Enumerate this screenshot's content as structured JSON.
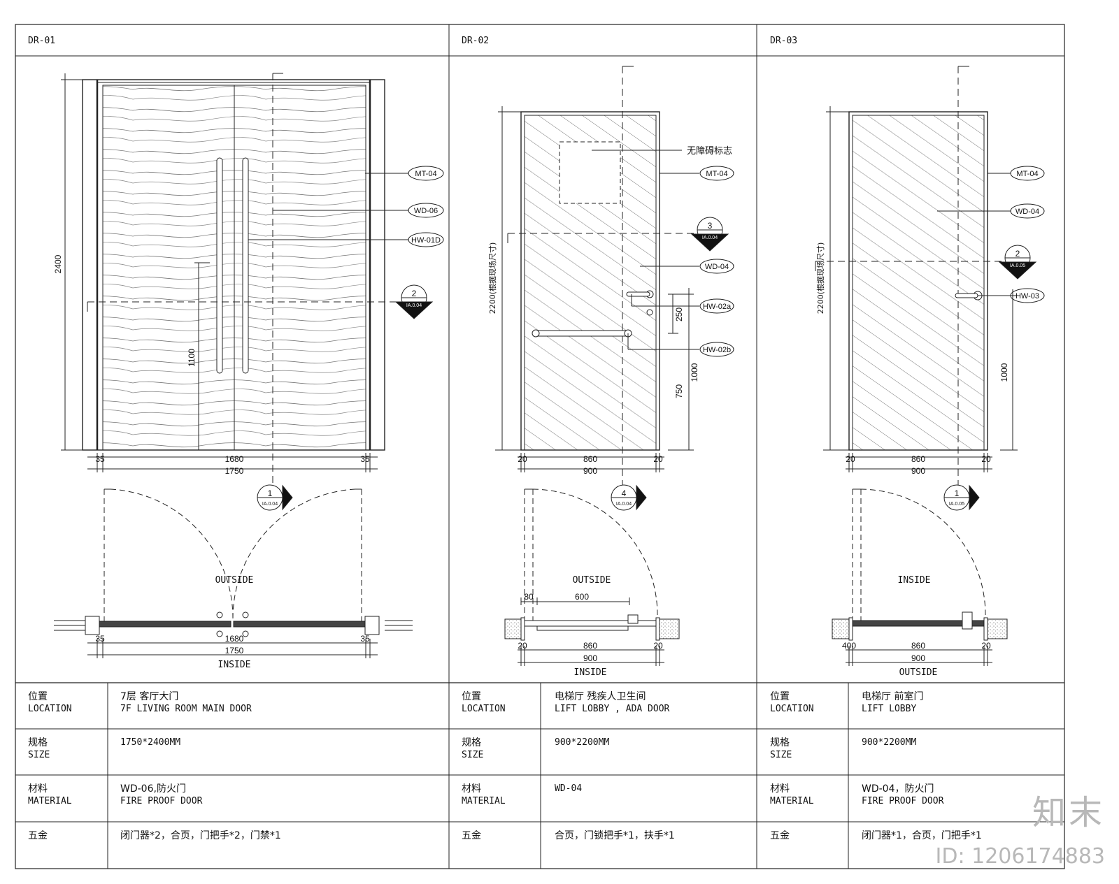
{
  "doors": [
    {
      "code": "DR-01",
      "elevation": {
        "height_dim": "2400",
        "handle_dim": "1100",
        "width_dims": [
          "35",
          "1680",
          "35"
        ],
        "total_width": "1750",
        "tags": [
          "MT-04",
          "WD-06",
          "HW-01D"
        ],
        "section_a": {
          "num": "2",
          "ref": "IA.0.04"
        },
        "section_b": {
          "num": "1",
          "ref": "IA.0.04"
        }
      },
      "plan": {
        "top_label": "OUTSIDE",
        "bottom_label": "INSIDE",
        "width_dims": [
          "35",
          "1680",
          "35"
        ],
        "total_width": "1750"
      },
      "spec": {
        "location_cn": "7层 客厅大门",
        "location_en": "7F LIVING ROOM MAIN DOOR",
        "size": "1750*2400MM",
        "material_cn": "WD-06,防火门",
        "material_en": "FIRE PROOF DOOR",
        "hardware": "闭门器*2，合页，门把手*2，门禁*1"
      }
    },
    {
      "code": "DR-02",
      "elevation": {
        "height_dim": "2200(根据现场尺寸)",
        "sign_label": "无障碍标志",
        "side_dims": [
          "250",
          "1000",
          "750"
        ],
        "width_dims": [
          "20",
          "860",
          "20"
        ],
        "total_width": "900",
        "tags": [
          "MT-04",
          "WD-04",
          "HW-02a",
          "HW-02b"
        ],
        "section_a": {
          "num": "3",
          "ref": "IA.0.04"
        },
        "section_b": {
          "num": "4",
          "ref": "IA.0.04"
        }
      },
      "plan": {
        "top_label": "OUTSIDE",
        "bottom_label": "INSIDE",
        "top_dims": [
          "80",
          "600"
        ],
        "width_dims": [
          "20",
          "860",
          "20"
        ],
        "total_width": "900"
      },
      "spec": {
        "location_cn": "电梯厅 残疾人卫生间",
        "location_en": "LIFT LOBBY , ADA DOOR",
        "size": "900*2200MM",
        "material_cn": "WD-04",
        "material_en": "",
        "hardware": "合页，门锁把手*1，扶手*1"
      }
    },
    {
      "code": "DR-03",
      "elevation": {
        "height_dim": "2200(根据现场尺寸)",
        "side_dims": [
          "1000"
        ],
        "width_dims": [
          "20",
          "860",
          "20"
        ],
        "total_width": "900",
        "tags": [
          "MT-04",
          "WD-04",
          "HW-03"
        ],
        "section_a": {
          "num": "2",
          "ref": "IA.0.05"
        },
        "section_b": {
          "num": "1",
          "ref": "IA.0.05"
        }
      },
      "plan": {
        "top_label": "INSIDE",
        "bottom_label": "OUTSIDE",
        "width_dims": [
          "400",
          "860",
          "20"
        ],
        "total_width": "900"
      },
      "spec": {
        "location_cn": "电梯厅 前室门",
        "location_en": "LIFT LOBBY",
        "size": "900*2200MM",
        "material_cn": "WD-04，防火门",
        "material_en": "FIRE PROOF DOOR",
        "hardware": "闭门器*1，合页，门把手*1"
      }
    }
  ],
  "row_labels": {
    "location_cn": "位置",
    "location_en": "LOCATION",
    "size_cn": "规格",
    "size_en": "SIZE",
    "material_cn": "材料",
    "material_en": "MATERIAL",
    "hardware_cn": "五金"
  },
  "watermark": {
    "logo": "知末",
    "id": "ID: 1206174883"
  }
}
